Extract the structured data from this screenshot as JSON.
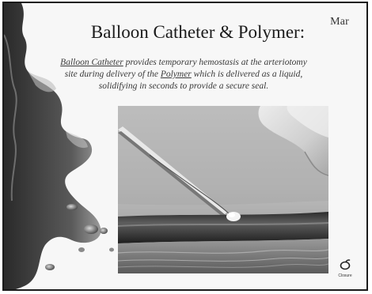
{
  "slide": {
    "title": "Balloon Catheter & Polymer:",
    "corner_mark": "Mar",
    "description": {
      "term1": "Balloon Catheter",
      "text1": " provides temporary hemostasis at the arteriotomy site during delivery of the ",
      "term2": "Polymer",
      "text2": " which is delivered as a liquid, solidifying in seconds to provide a secure seal."
    },
    "image": {
      "subject": "catheter-in-vessel-photo"
    },
    "logo": {
      "word": "Closure",
      "icon": "company-logo-icon"
    }
  }
}
